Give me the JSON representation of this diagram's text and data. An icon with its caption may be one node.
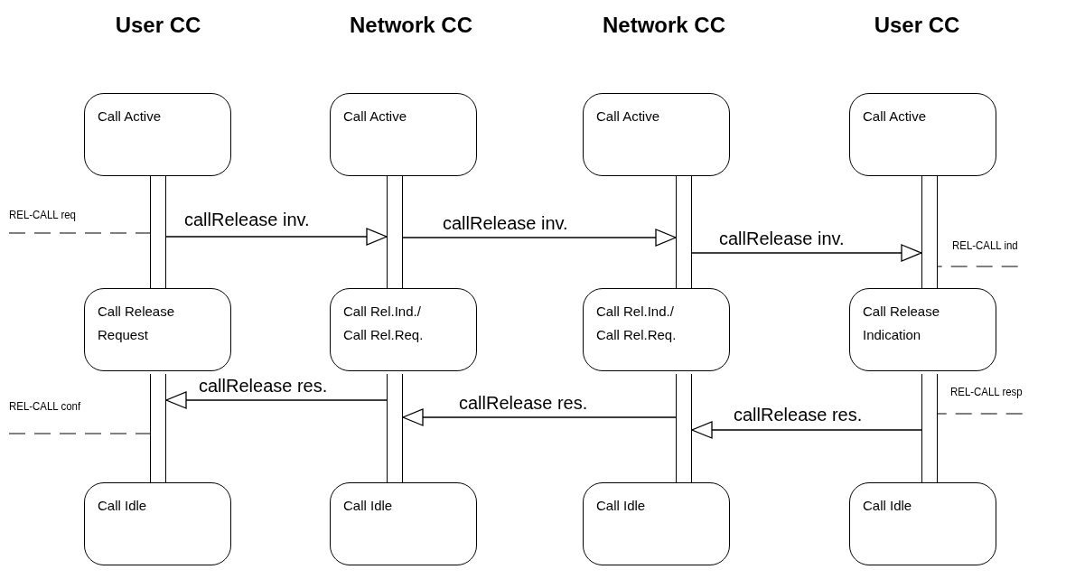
{
  "diagram": {
    "nodes": [
      {
        "text": [
          "Call Active"
        ]
      },
      {
        "text": [
          "Call Active"
        ]
      },
      {
        "text": [
          "Call Active"
        ]
      },
      {
        "text": [
          "Call Active"
        ]
      },
      {
        "text": [],
        "shape": "bar"
      },
      {
        "text": [],
        "shape": "bar"
      },
      {
        "text": [],
        "shape": "bar"
      },
      {
        "text": [],
        "shape": "bar"
      },
      {
        "text": [
          "REL-CALL req"
        ]
      },
      {
        "text": [
          "REL-CALL ind"
        ]
      },
      {
        "text": [
          "Call Release Request"
        ]
      },
      {
        "text": [
          "Call Rel.Ind./ Call Rel.Req."
        ]
      },
      {
        "text": [
          "Call Rel.Ind./ Call Rel.Req."
        ]
      },
      {
        "text": [
          "Call Release Indication"
        ]
      },
      {
        "text": [],
        "shape": "bar"
      },
      {
        "text": [],
        "shape": "bar"
      },
      {
        "text": [],
        "shape": "bar"
      },
      {
        "text": [],
        "shape": "bar"
      },
      {
        "text": [
          "REL-CALL resp"
        ]
      },
      {
        "text": [
          "REL-CALL conf"
        ]
      },
      {
        "text": [
          "Call Idle"
        ]
      },
      {
        "text": [
          "Call Idle"
        ]
      },
      {
        "text": [
          "Call Idle"
        ]
      },
      {
        "text": [
          "Call Idle"
        ]
      }
    ],
    "edges": [
      {
        "from": 4,
        "to": 5,
        "arrow": "to",
        "label": "callRelease inv."
      },
      {
        "from": 5,
        "to": 6,
        "arrow": "to",
        "label": "callRelease inv."
      },
      {
        "from": 6,
        "to": 7,
        "arrow": "to",
        "label": "callRelease inv."
      },
      {
        "from": 8,
        "to": 4,
        "arrow": "none",
        "style": "dashed"
      },
      {
        "from": 9,
        "to": 7,
        "arrow": "none",
        "style": "dashed"
      },
      {
        "from": 15,
        "to": 14,
        "arrow": "to",
        "label": "callRelease res."
      },
      {
        "from": 16,
        "to": 15,
        "arrow": "to",
        "label": "callRelease res."
      },
      {
        "from": 17,
        "to": 16,
        "arrow": "to",
        "label": "callRelease res."
      },
      {
        "from": 18,
        "to": 17,
        "arrow": "none",
        "style": "dashed"
      },
      {
        "from": 19,
        "to": 14,
        "arrow": "none",
        "style": "dashed"
      }
    ],
    "labels": [
      "User CC",
      "Network CC",
      "Network CC",
      "User CC"
    ]
  }
}
